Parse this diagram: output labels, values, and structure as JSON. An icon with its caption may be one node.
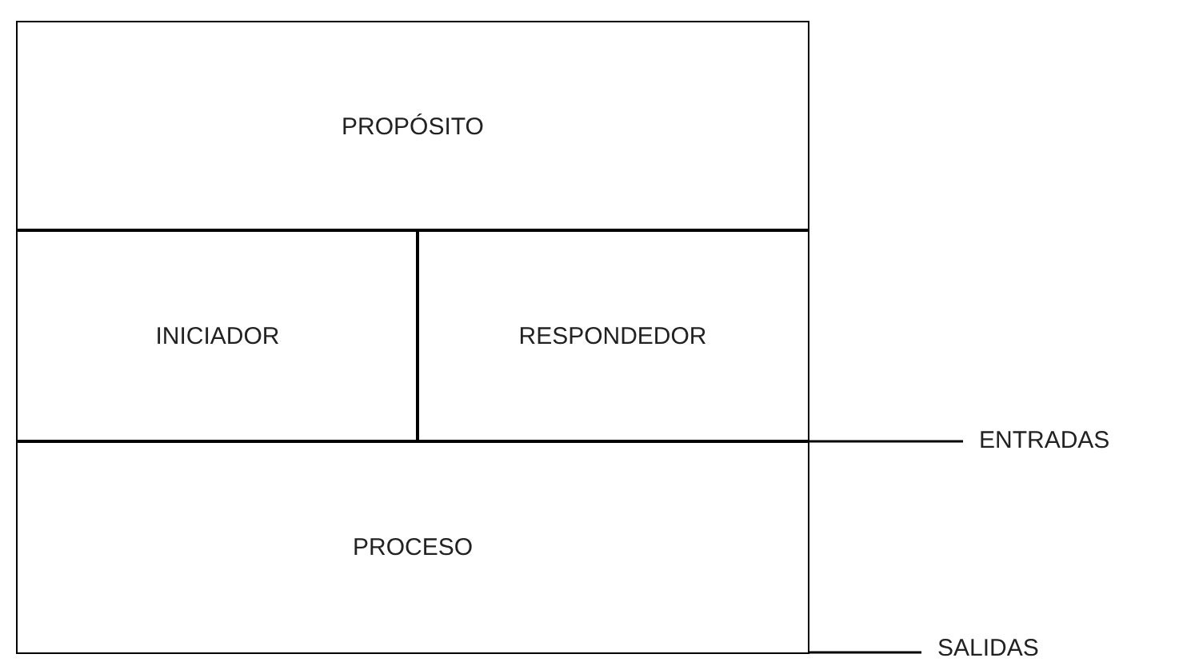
{
  "diagram": {
    "nodes": [
      {
        "text": [
          "PROPÓSITO"
        ]
      },
      {
        "text": [
          "INICIADOR"
        ]
      },
      {
        "text": [
          "RESPONDEDOR"
        ]
      },
      {
        "text": [
          "PROCESO"
        ]
      },
      {
        "text": [
          "ENTRADAS"
        ]
      },
      {
        "text": [
          "SALIDAS"
        ]
      }
    ],
    "edges": [
      {
        "from": 3,
        "to": 4,
        "arrow": "none"
      },
      {
        "from": 3,
        "to": 5,
        "arrow": "none"
      }
    ]
  }
}
